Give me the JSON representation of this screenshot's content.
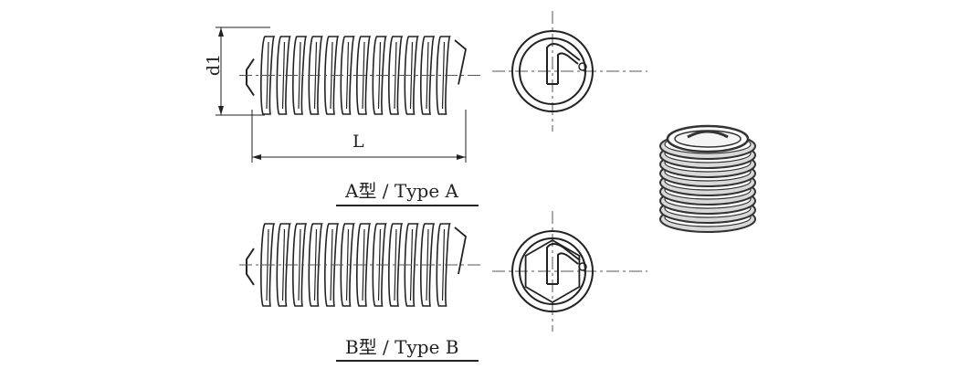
{
  "figure": {
    "dim_d1": "d1",
    "dim_L": "L",
    "type_a_caption": "A型 / Type A",
    "type_b_caption": "B型 / Type B",
    "coil_turns_side_view": 12,
    "stack_rings_perspective": 9
  },
  "colors": {
    "stroke": "#222222",
    "centerline": "#555555",
    "coil_fill": "#d9d9d9",
    "coil_stroke": "#333333"
  }
}
